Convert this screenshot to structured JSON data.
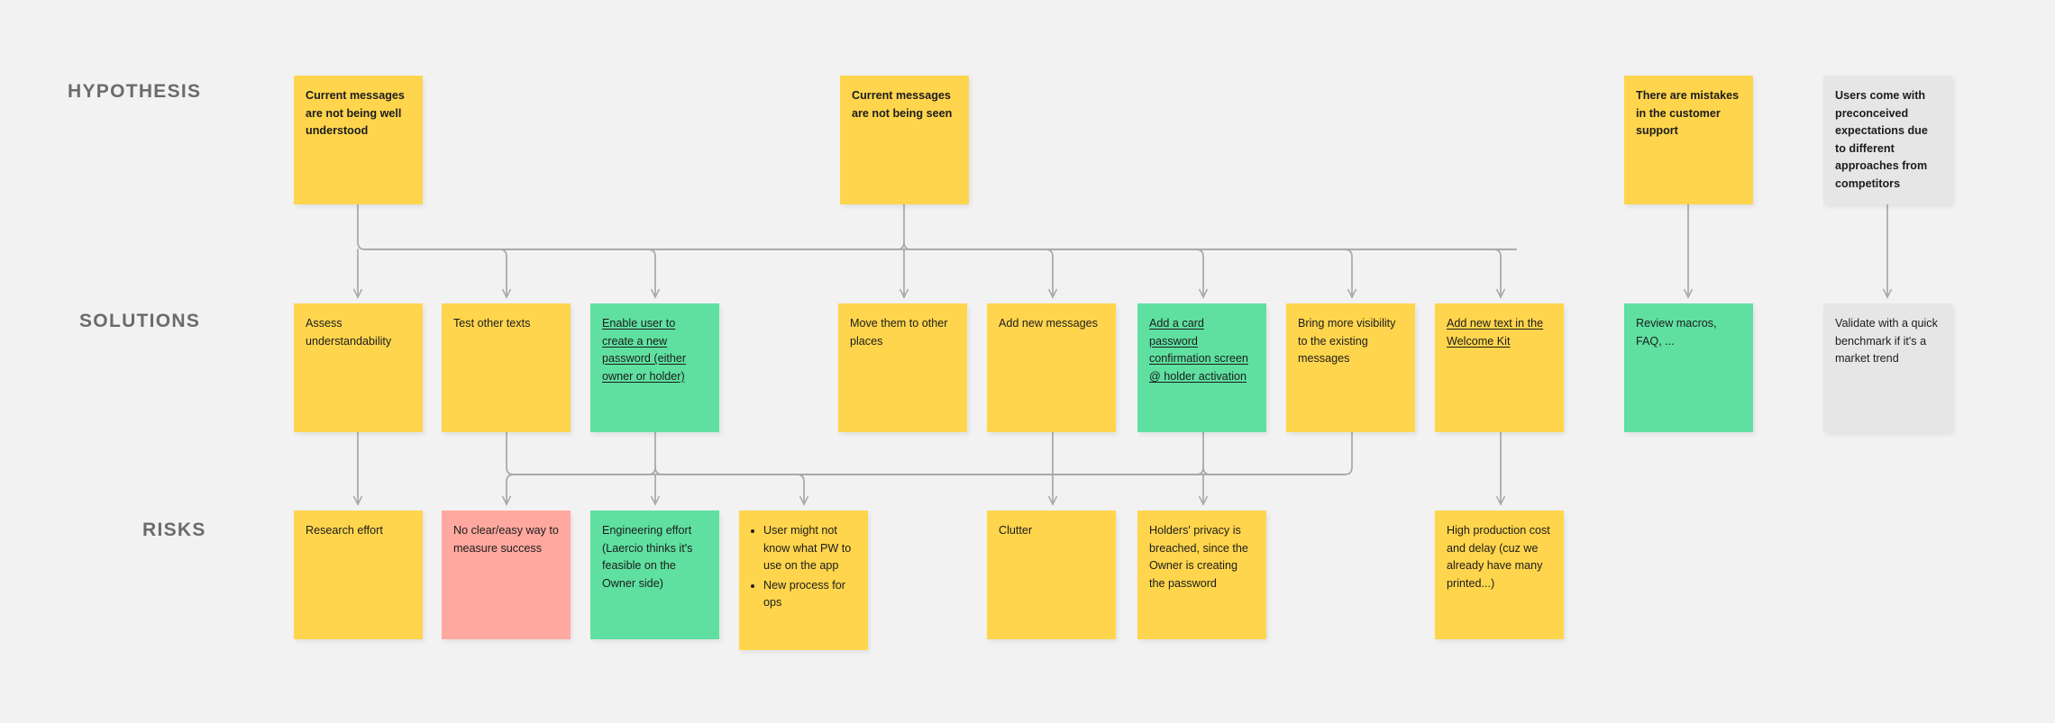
{
  "board": {
    "background_color": "#f2f2f2",
    "connector_color": "#a8a8a8",
    "colors": {
      "yellow": "#ffd54d",
      "green": "#5fe0a0",
      "red": "#ffa8a0",
      "grey": "#e6e6e6"
    }
  },
  "rows": {
    "hypothesis_label": "HYPOTHESIS",
    "solutions_label": "SOLUTIONS",
    "risks_label": "RISKS"
  },
  "hypothesis": [
    {
      "id": "h1",
      "text": "Current messages are not being well understood",
      "color": "yellow",
      "bold": true,
      "underline": false
    },
    {
      "id": "h2",
      "text": "Current messages are not being seen",
      "color": "yellow",
      "bold": true,
      "underline": false
    },
    {
      "id": "h3",
      "text": "There are mistakes in the customer support",
      "color": "yellow",
      "bold": true,
      "underline": false
    },
    {
      "id": "h4",
      "text": "Users come with preconceived expectations due to different approaches from competitors",
      "color": "grey",
      "bold": true,
      "underline": false
    }
  ],
  "solutions": [
    {
      "id": "s1",
      "text": "Assess understandability",
      "color": "yellow",
      "bold": false,
      "underline": false
    },
    {
      "id": "s2",
      "text": "Test other texts",
      "color": "yellow",
      "bold": false,
      "underline": false
    },
    {
      "id": "s3",
      "text": "Enable user to create a new password (either owner or holder)",
      "color": "green",
      "bold": false,
      "underline": true
    },
    {
      "id": "s4",
      "text": "Move them to other places",
      "color": "yellow",
      "bold": false,
      "underline": false
    },
    {
      "id": "s5",
      "text": "Add new messages",
      "color": "yellow",
      "bold": false,
      "underline": false
    },
    {
      "id": "s6",
      "text": "Add a card password confirmation screen @ holder activation",
      "color": "green",
      "bold": false,
      "underline": true
    },
    {
      "id": "s7",
      "text": "Bring more visibility to the existing messages",
      "color": "yellow",
      "bold": false,
      "underline": false
    },
    {
      "id": "s8",
      "text": "Add new text in the Welcome Kit",
      "color": "yellow",
      "bold": false,
      "underline": true
    },
    {
      "id": "s9",
      "text": "Review macros, FAQ, ...",
      "color": "green",
      "bold": false,
      "underline": false
    },
    {
      "id": "s10",
      "text": "Validate with a quick benchmark if it's a market trend",
      "color": "grey",
      "bold": false,
      "underline": false
    }
  ],
  "risks": [
    {
      "id": "r1",
      "text": "Research effort",
      "color": "yellow",
      "bold": false,
      "underline": false
    },
    {
      "id": "r2",
      "text": "No clear/easy way to measure success",
      "color": "red",
      "bold": false,
      "underline": false
    },
    {
      "id": "r3",
      "text": "Engineering effort (Laercio thinks it's feasible on the Owner side)",
      "color": "green",
      "bold": false,
      "underline": false
    },
    {
      "id": "r4",
      "bullets": [
        "User might not know what PW to use on the app",
        "New process for ops"
      ],
      "color": "yellow",
      "bold": false,
      "underline": false
    },
    {
      "id": "r5",
      "text": "Clutter",
      "color": "yellow",
      "bold": false,
      "underline": false
    },
    {
      "id": "r6",
      "text": "Holders' privacy is breached, since the Owner is creating the password",
      "color": "yellow",
      "bold": false,
      "underline": false
    },
    {
      "id": "r7",
      "text": "High production cost and delay (cuz we already have many printed...)",
      "color": "yellow",
      "bold": false,
      "underline": false
    }
  ]
}
